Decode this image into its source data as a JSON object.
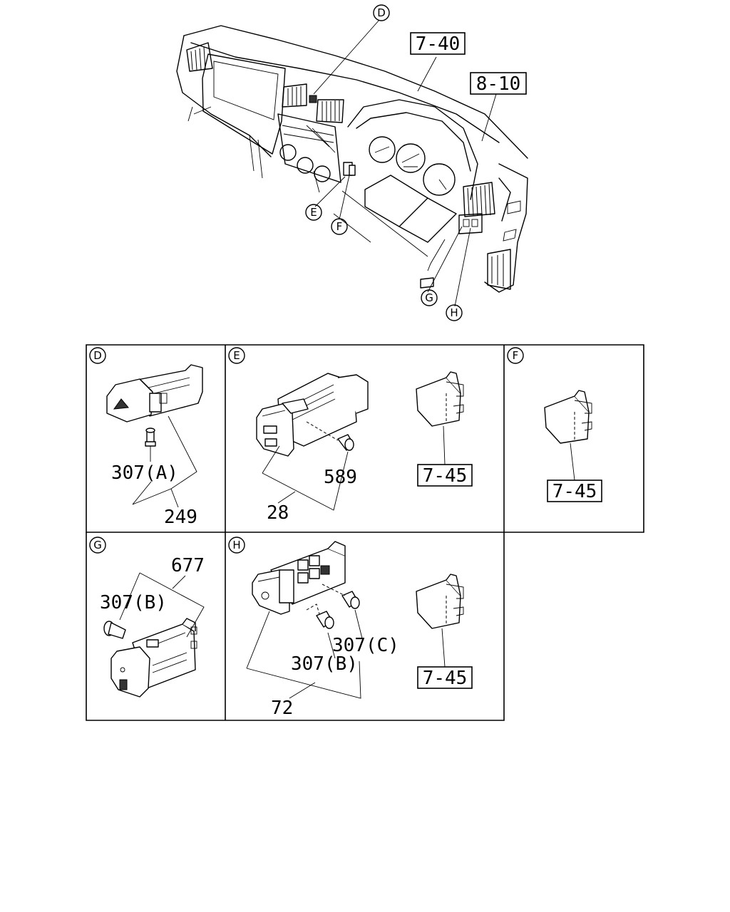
{
  "overview": {
    "callouts": [
      "D",
      "E",
      "F",
      "G",
      "H"
    ],
    "refs": [
      "7-40",
      "8-10"
    ]
  },
  "panels": {
    "D": {
      "letter": "D",
      "parts": [
        "307(A)",
        "249"
      ]
    },
    "E": {
      "letter": "E",
      "parts": [
        "589",
        "28"
      ],
      "ref": "7-45"
    },
    "F": {
      "letter": "F",
      "ref": "7-45"
    },
    "G": {
      "letter": "G",
      "parts": [
        "677",
        "307(B)"
      ]
    },
    "H": {
      "letter": "H",
      "parts": [
        "307(C)",
        "307(B)",
        "72"
      ],
      "ref": "7-45"
    }
  }
}
